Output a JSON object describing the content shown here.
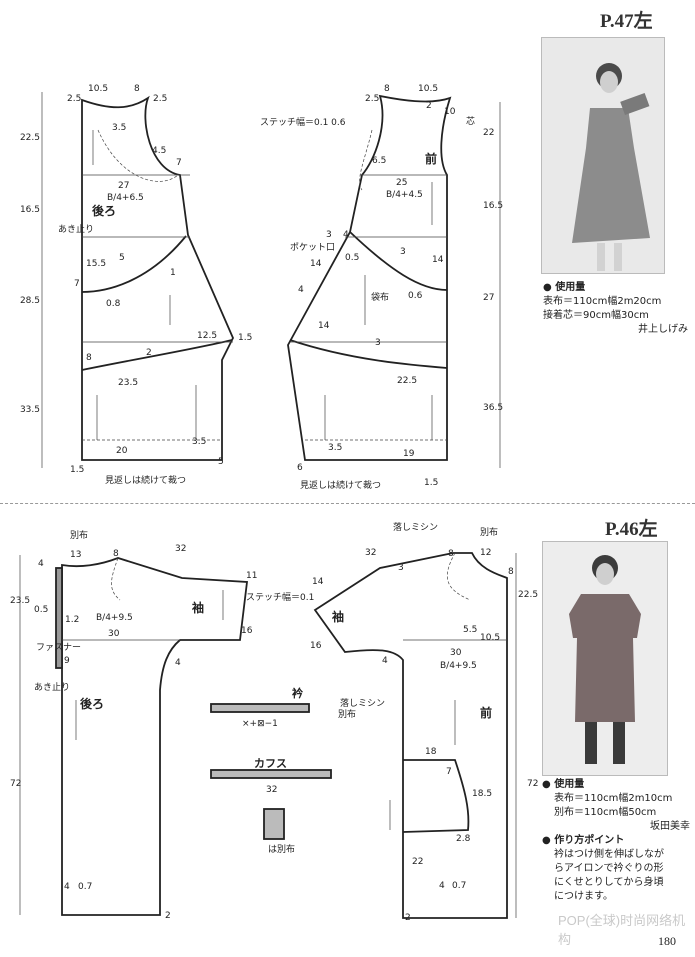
{
  "top_section": {
    "page_label": "P.47左",
    "materials_title": "使用量",
    "materials": [
      "表布＝110cm幅2m20cm",
      "接着芯＝90cm幅30cm"
    ],
    "designer": "井上しげみ",
    "back_label": "後ろ",
    "front_label": "前",
    "opening_stop": "あき止り",
    "stitch_width": "ステッチ幅＝0.1 0.6",
    "pocket_opening": "ポケット口",
    "pocket_bag": "袋布",
    "interfacing": "芯",
    "facing_note_back": "見返しは続けて裁つ",
    "facing_note_front": "見返しは続けて裁つ",
    "dims_left": [
      "22.5",
      "16.5",
      "28.5",
      "33.5"
    ],
    "dims_right": [
      "22",
      "16.5",
      "27",
      "36.5"
    ],
    "back_values": [
      "10.5",
      "8",
      "2.5",
      "2.5",
      "3.5",
      "4.5",
      "7",
      "27",
      "B/4+6.5",
      "15.5",
      "5",
      "1",
      "7",
      "0.8",
      "12.5",
      "1.5",
      "8",
      "2",
      "23.5",
      "20",
      "3.5",
      "5",
      "1.5"
    ],
    "front_values": [
      "2.5",
      "8",
      "10.5",
      "2",
      "10",
      "6.5",
      "25",
      "B/4+4.5",
      "3",
      "4",
      "3",
      "14",
      "0.5",
      "0.6",
      "14",
      "4",
      "14",
      "3",
      "22.5",
      "3.5",
      "19",
      "6",
      "1.5"
    ]
  },
  "bottom_section": {
    "page_label": "P.46左",
    "materials_title": "使用量",
    "materials": [
      "表布＝110cm幅2m10cm",
      "別布＝110cm幅50cm"
    ],
    "designer": "坂田美幸",
    "tips_title": "作り方ポイント",
    "tips": [
      "衿はつけ側を伸ばしなが",
      "らアイロンで衿ぐりの形",
      "にくせとりしてから身頃",
      "につけます。"
    ],
    "back_label": "後ろ",
    "front_label": "前",
    "sleeve_label_left": "袖",
    "sleeve_label_right": "袖",
    "zipper": "ファスナー",
    "opening_stop": "あき止り",
    "separate_fabric_left": "別布",
    "separate_fabric_right": "別布",
    "drop_stitch": "落しミシン",
    "drop_stitch_2": "落しミシン",
    "separate_fabric_mid": "別布",
    "stitch_width": "ステッチ幅＝0.1",
    "collar_label": "衿",
    "collar_formula": "×+⊠−1",
    "cuff_label": "カフス",
    "cuff_length": "32",
    "separate_note": "は別布",
    "dims_left": [
      "23.5",
      "72"
    ],
    "dims_right": [
      "22.5",
      "72"
    ],
    "back_values": [
      "13",
      "8",
      "32",
      "4",
      "11",
      "0.5",
      "1.2",
      "B/4+9.5",
      "30",
      "16",
      "9",
      "4",
      "4",
      "0.7",
      "2"
    ],
    "front_values": [
      "32",
      "8",
      "12",
      "14",
      "3",
      "8",
      "5.5",
      "10.5",
      "16",
      "30",
      "B/4+9.5",
      "4",
      "18",
      "7",
      "18.5",
      "2.8",
      "22",
      "4",
      "0.7",
      "2"
    ]
  },
  "page_number": "180",
  "watermark": "POP(全球)时尚网络机构"
}
